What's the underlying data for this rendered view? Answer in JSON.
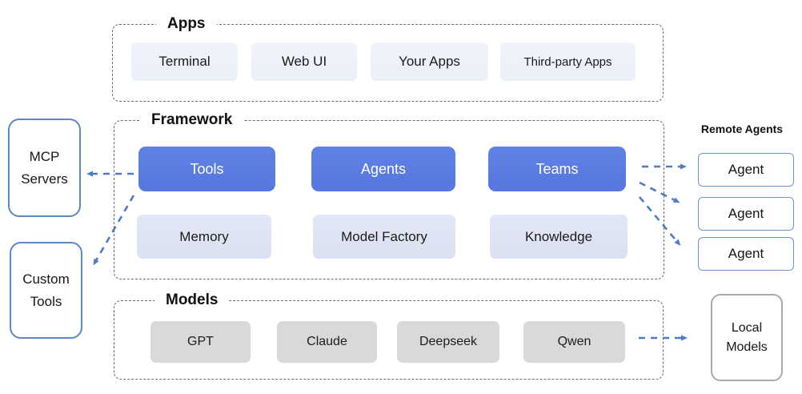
{
  "diagram": {
    "sections": {
      "apps": {
        "label": "Apps",
        "items": [
          "Terminal",
          "Web UI",
          "Your Apps",
          "Third-party Apps"
        ]
      },
      "framework": {
        "label": "Framework",
        "primary": [
          "Tools",
          "Agents",
          "Teams"
        ],
        "secondary": [
          "Memory",
          "Model Factory",
          "Knowledge"
        ]
      },
      "models": {
        "label": "Models",
        "items": [
          "GPT",
          "Claude",
          "Deepseek",
          "Qwen"
        ]
      }
    },
    "left_panel": {
      "mcp_servers": "MCP Servers",
      "custom_tools": "Custom Tools"
    },
    "right_panel": {
      "remote_agents_label": "Remote Agents",
      "agents": [
        "Agent",
        "Agent",
        "Agent"
      ],
      "local_models": "Local Models"
    },
    "colors": {
      "primary_blue": "#5b7de1",
      "secondary_lavender": "#dfe5f4",
      "apps_chip": "#eef1f9",
      "model_gray": "#d9d9d9",
      "outline_blue": "#5c88ca",
      "outline_gray": "#a9a9a9",
      "arrow_blue": "#4d7cc3",
      "dashed_border": "#6a6a6a"
    }
  }
}
